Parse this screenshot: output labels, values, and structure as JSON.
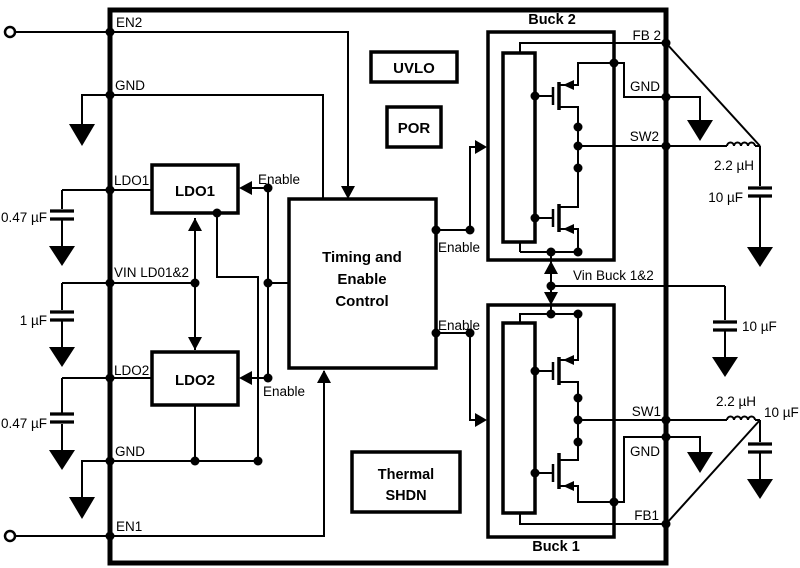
{
  "diagram": {
    "background": "#ffffff",
    "line_color": "#000000"
  },
  "pins_left": {
    "en2": "EN2",
    "gnd_top": "GND",
    "ldo1": "LDO1",
    "vin_ldo": "VIN LD01&2",
    "ldo2": "LDO2",
    "gnd_bottom": "GND",
    "en1": "EN1"
  },
  "pins_right": {
    "fb2": "FB 2",
    "gnd_buck2": "GND",
    "sw2": "SW2",
    "vin_buck": "Vin Buck 1&2",
    "sw1": "SW1",
    "gnd_buck1": "GND",
    "fb1": "FB1"
  },
  "blocks": {
    "ldo1": "LDO1",
    "ldo2": "LDO2",
    "uvlo": "UVLO",
    "por": "POR",
    "timing_line1": "Timing and",
    "timing_line2": "Enable",
    "timing_line3": "Control",
    "thermal_line1": "Thermal",
    "thermal_line2": "SHDN",
    "buck2": "Buck 2",
    "buck1": "Buck 1"
  },
  "signals": {
    "enable": "Enable"
  },
  "components": {
    "ldo1_cap": "0.47 µF",
    "vin_ldo_cap": "1 µF",
    "ldo2_cap": "0.47 µF",
    "buck2_inductor": "2.2 µH",
    "buck2_out_cap": "10 µF",
    "vin_buck_cap": "10 µF",
    "buck1_inductor": "2.2 µH",
    "buck1_out_cap": "10 µF"
  }
}
